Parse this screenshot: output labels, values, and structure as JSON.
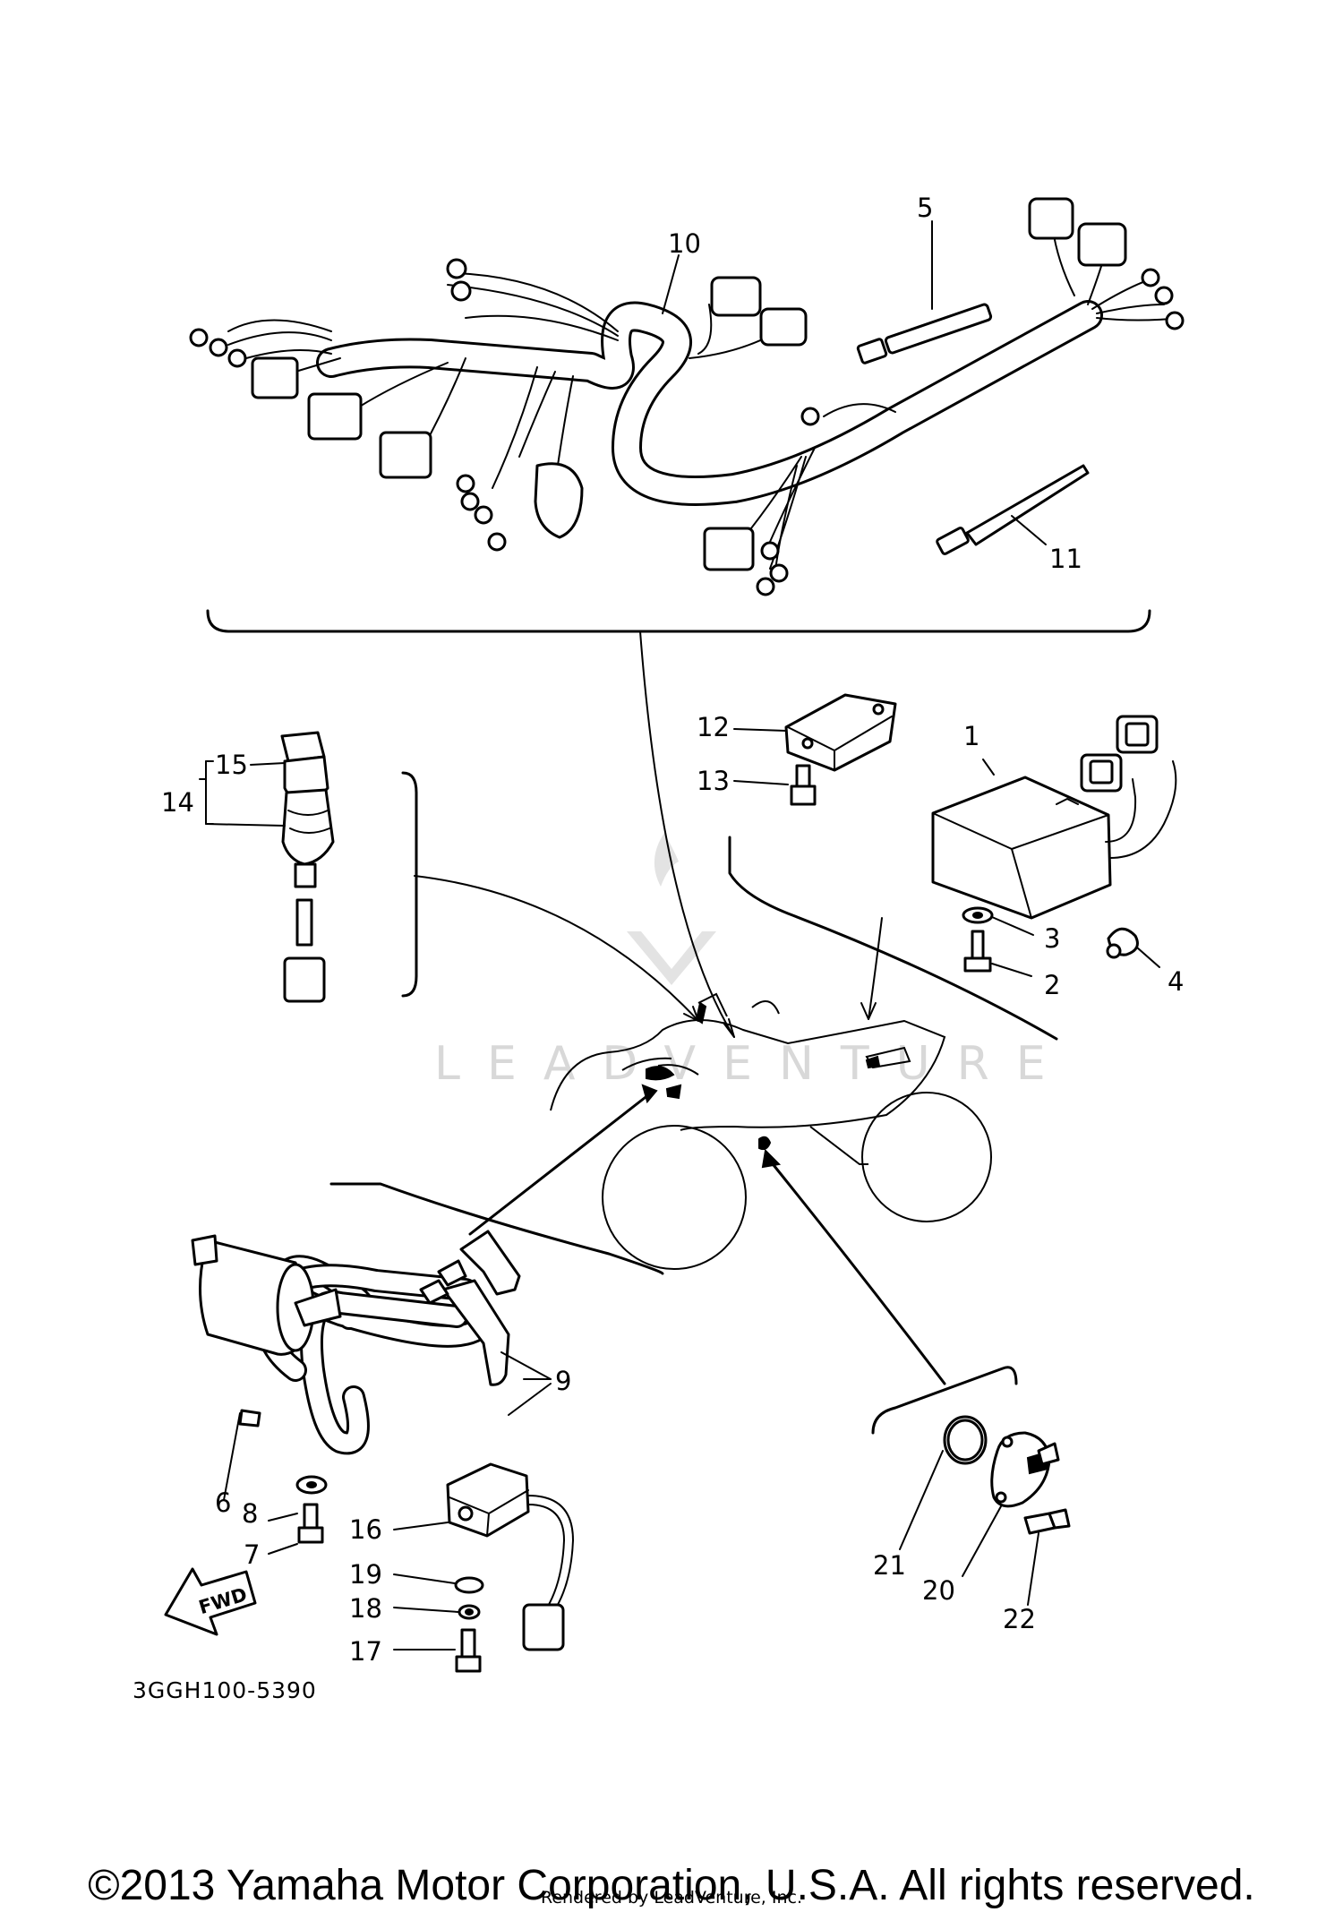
{
  "callouts": {
    "c1": "1",
    "c2": "2",
    "c3": "3",
    "c4": "4",
    "c5": "5",
    "c6": "6",
    "c7": "7",
    "c8": "8",
    "c9": "9",
    "c10": "10",
    "c11": "11",
    "c12": "12",
    "c13": "13",
    "c14": "14",
    "c15": "15",
    "c16": "16",
    "c17": "17",
    "c18": "18",
    "c19": "19",
    "c20": "20",
    "c21": "21",
    "c22": "22"
  },
  "fwd_label": "FWD",
  "diagram_code": "3GGH100-5390",
  "watermark": "LEADVENTURE",
  "copyright": "©2013 Yamaha Motor Corporation, U.S.A. All rights reserved.",
  "rendered_by": "Rendered by LeadVenture, Inc."
}
